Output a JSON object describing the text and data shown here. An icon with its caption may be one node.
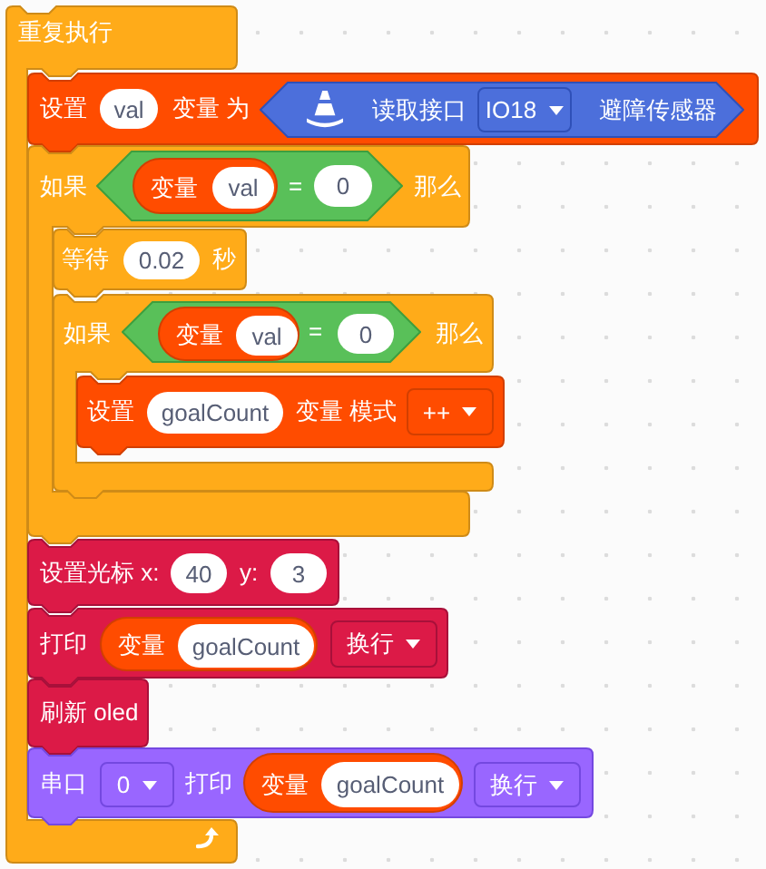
{
  "diagram": {
    "nodes": [
      {
        "text": [
          "重复执行"
        ]
      },
      {
        "text": [
          "设置",
          "变量 为"
        ]
      },
      {
        "text": [
          "val"
        ],
        "in": 1
      },
      {
        "text": [
          "读取接口",
          "避障传感器"
        ],
        "in": 1
      },
      {
        "text": [
          "IO18"
        ],
        "in": 3
      },
      {
        "text": [
          "如果",
          "那么"
        ]
      },
      {
        "text": [
          "="
        ],
        "in": 5
      },
      {
        "text": [
          "变量"
        ],
        "in": 6
      },
      {
        "text": [
          "val"
        ],
        "in": 7
      },
      {
        "text": [
          "0"
        ],
        "in": 6
      },
      {
        "text": [
          "等待",
          "秒"
        ],
        "in": 5
      },
      {
        "text": [
          "0.02"
        ],
        "in": 10
      },
      {
        "text": [
          "如果",
          "那么"
        ],
        "in": 5
      },
      {
        "text": [
          "="
        ],
        "in": 12
      },
      {
        "text": [
          "变量"
        ],
        "in": 13
      },
      {
        "text": [
          "val"
        ],
        "in": 14
      },
      {
        "text": [
          "0"
        ],
        "in": 13
      },
      {
        "text": [
          "设置",
          "变量 模式"
        ],
        "in": 12
      },
      {
        "text": [
          "goalCount"
        ],
        "in": 17
      },
      {
        "text": [
          "++"
        ],
        "in": 17
      },
      {
        "text": [
          "设置光标 x:",
          "y:"
        ]
      },
      {
        "text": [
          "40"
        ],
        "in": 20
      },
      {
        "text": [
          "3"
        ],
        "in": 20
      },
      {
        "text": [
          "打印"
        ]
      },
      {
        "text": [
          "变量"
        ],
        "in": 23
      },
      {
        "text": [
          "goalCount"
        ],
        "in": 24
      },
      {
        "text": [
          "换行"
        ],
        "in": 23
      },
      {
        "text": [
          "刷新 oled"
        ],
        "in": 0
      },
      {
        "text": [
          "串口",
          "打印"
        ]
      },
      {
        "text": [
          "0"
        ],
        "in": 28
      },
      {
        "text": [
          "变量"
        ],
        "in": 28
      },
      {
        "text": [
          "goalCount"
        ],
        "in": 30
      },
      {
        "text": [
          "换行"
        ],
        "in": 28
      }
    ]
  }
}
